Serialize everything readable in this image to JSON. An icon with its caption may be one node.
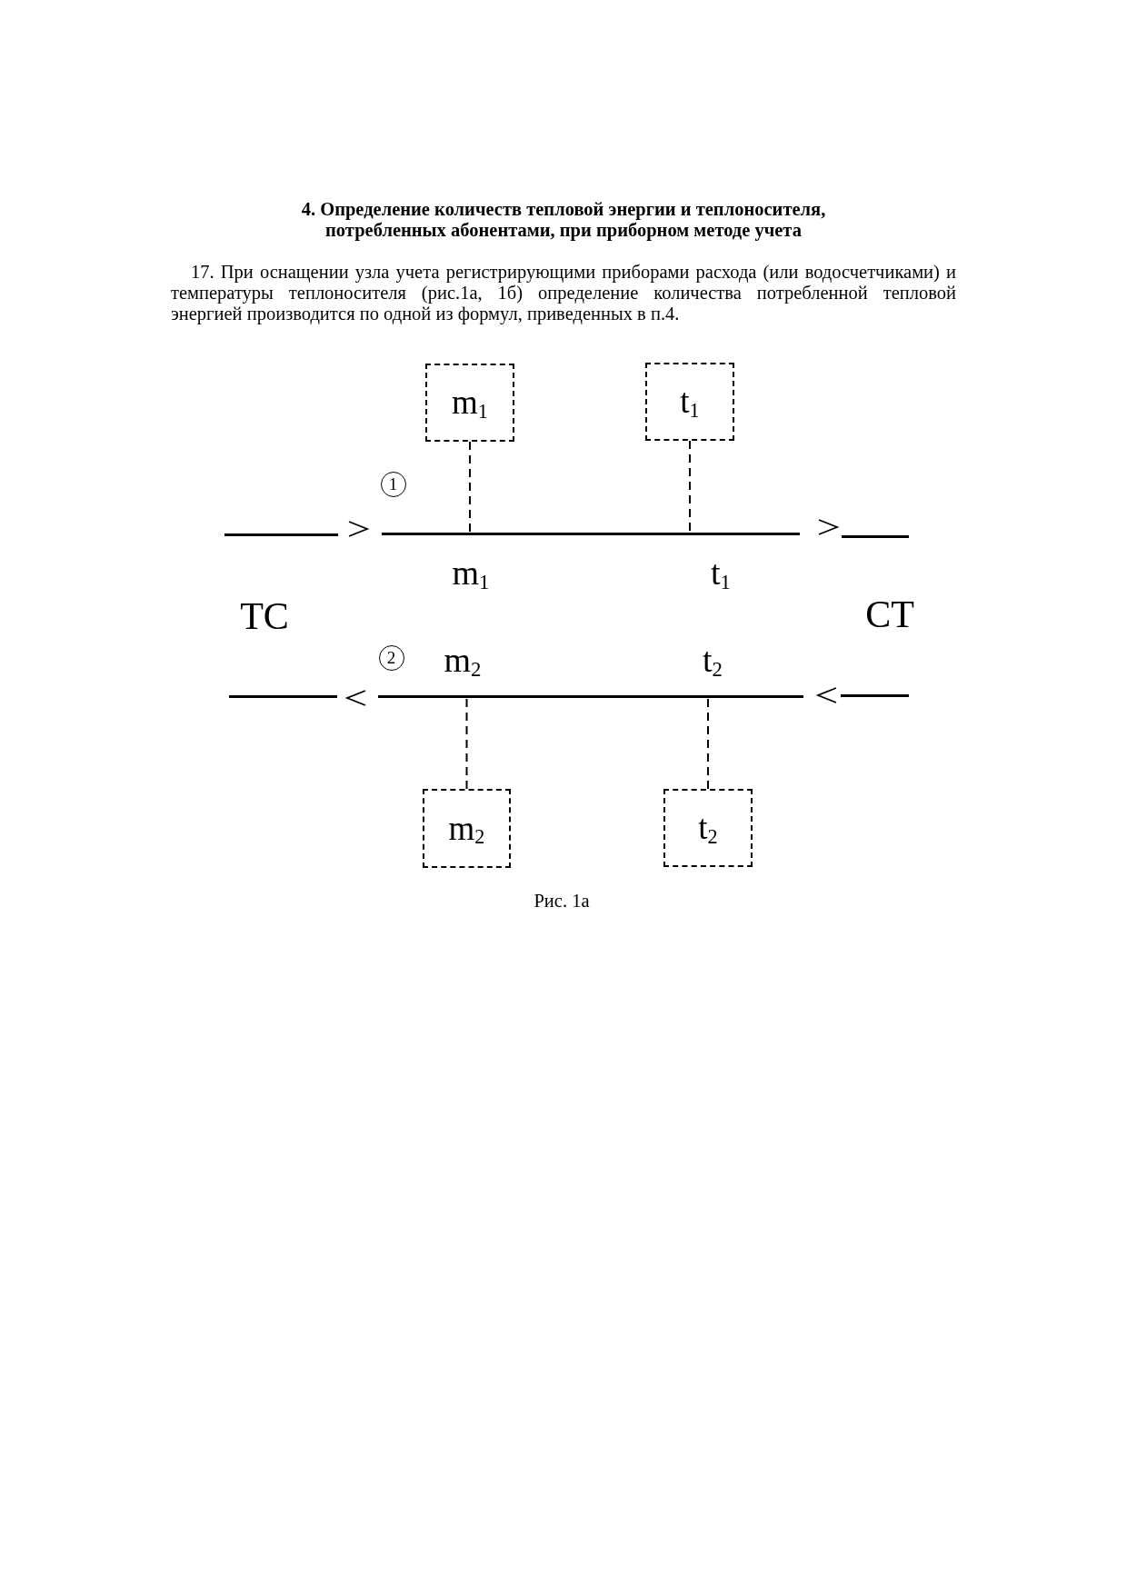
{
  "diagram": {
    "title": "4. Определение количеств тепловой энергии и теплоносителя, потребленных абонентами, при приборном методе учета",
    "caption": "Рис. 1а",
    "nodes": [
      {
        "text": [
          "m$_{1}$"
        ]
      },
      {
        "text": [
          "t$_{1}$"
        ]
      },
      {
        "text": [],
        "shape": "line"
      },
      {
        "text": [],
        "shape": "line"
      },
      {
        "text": [
          "m$_{2}$"
        ]
      },
      {
        "text": [
          "t$_{2}$"
        ]
      }
    ],
    "edges": [
      {
        "from": 0,
        "to": 2,
        "arrow": "none",
        "style": "dashed"
      },
      {
        "from": 1,
        "to": 2,
        "arrow": "none",
        "style": "dashed"
      },
      {
        "from": 4,
        "to": 3,
        "arrow": "none",
        "style": "dashed"
      },
      {
        "from": 5,
        "to": 3,
        "arrow": "none",
        "style": "dashed"
      }
    ],
    "labels": [
      "17. При оснащении узла учета регистрирующими приборами расхода (или водосчетчиками) и температуры теплоносителя (рис.1а, 1б) определение количества потребленной тепловой энергией производится по одной из формул, приведенных в п.4.",
      "1",
      "m$_{1}$",
      "t$_{1}$",
      "ТС",
      "СТ",
      "2",
      "m$_{2}$",
      "t$_{2}$"
    ]
  }
}
